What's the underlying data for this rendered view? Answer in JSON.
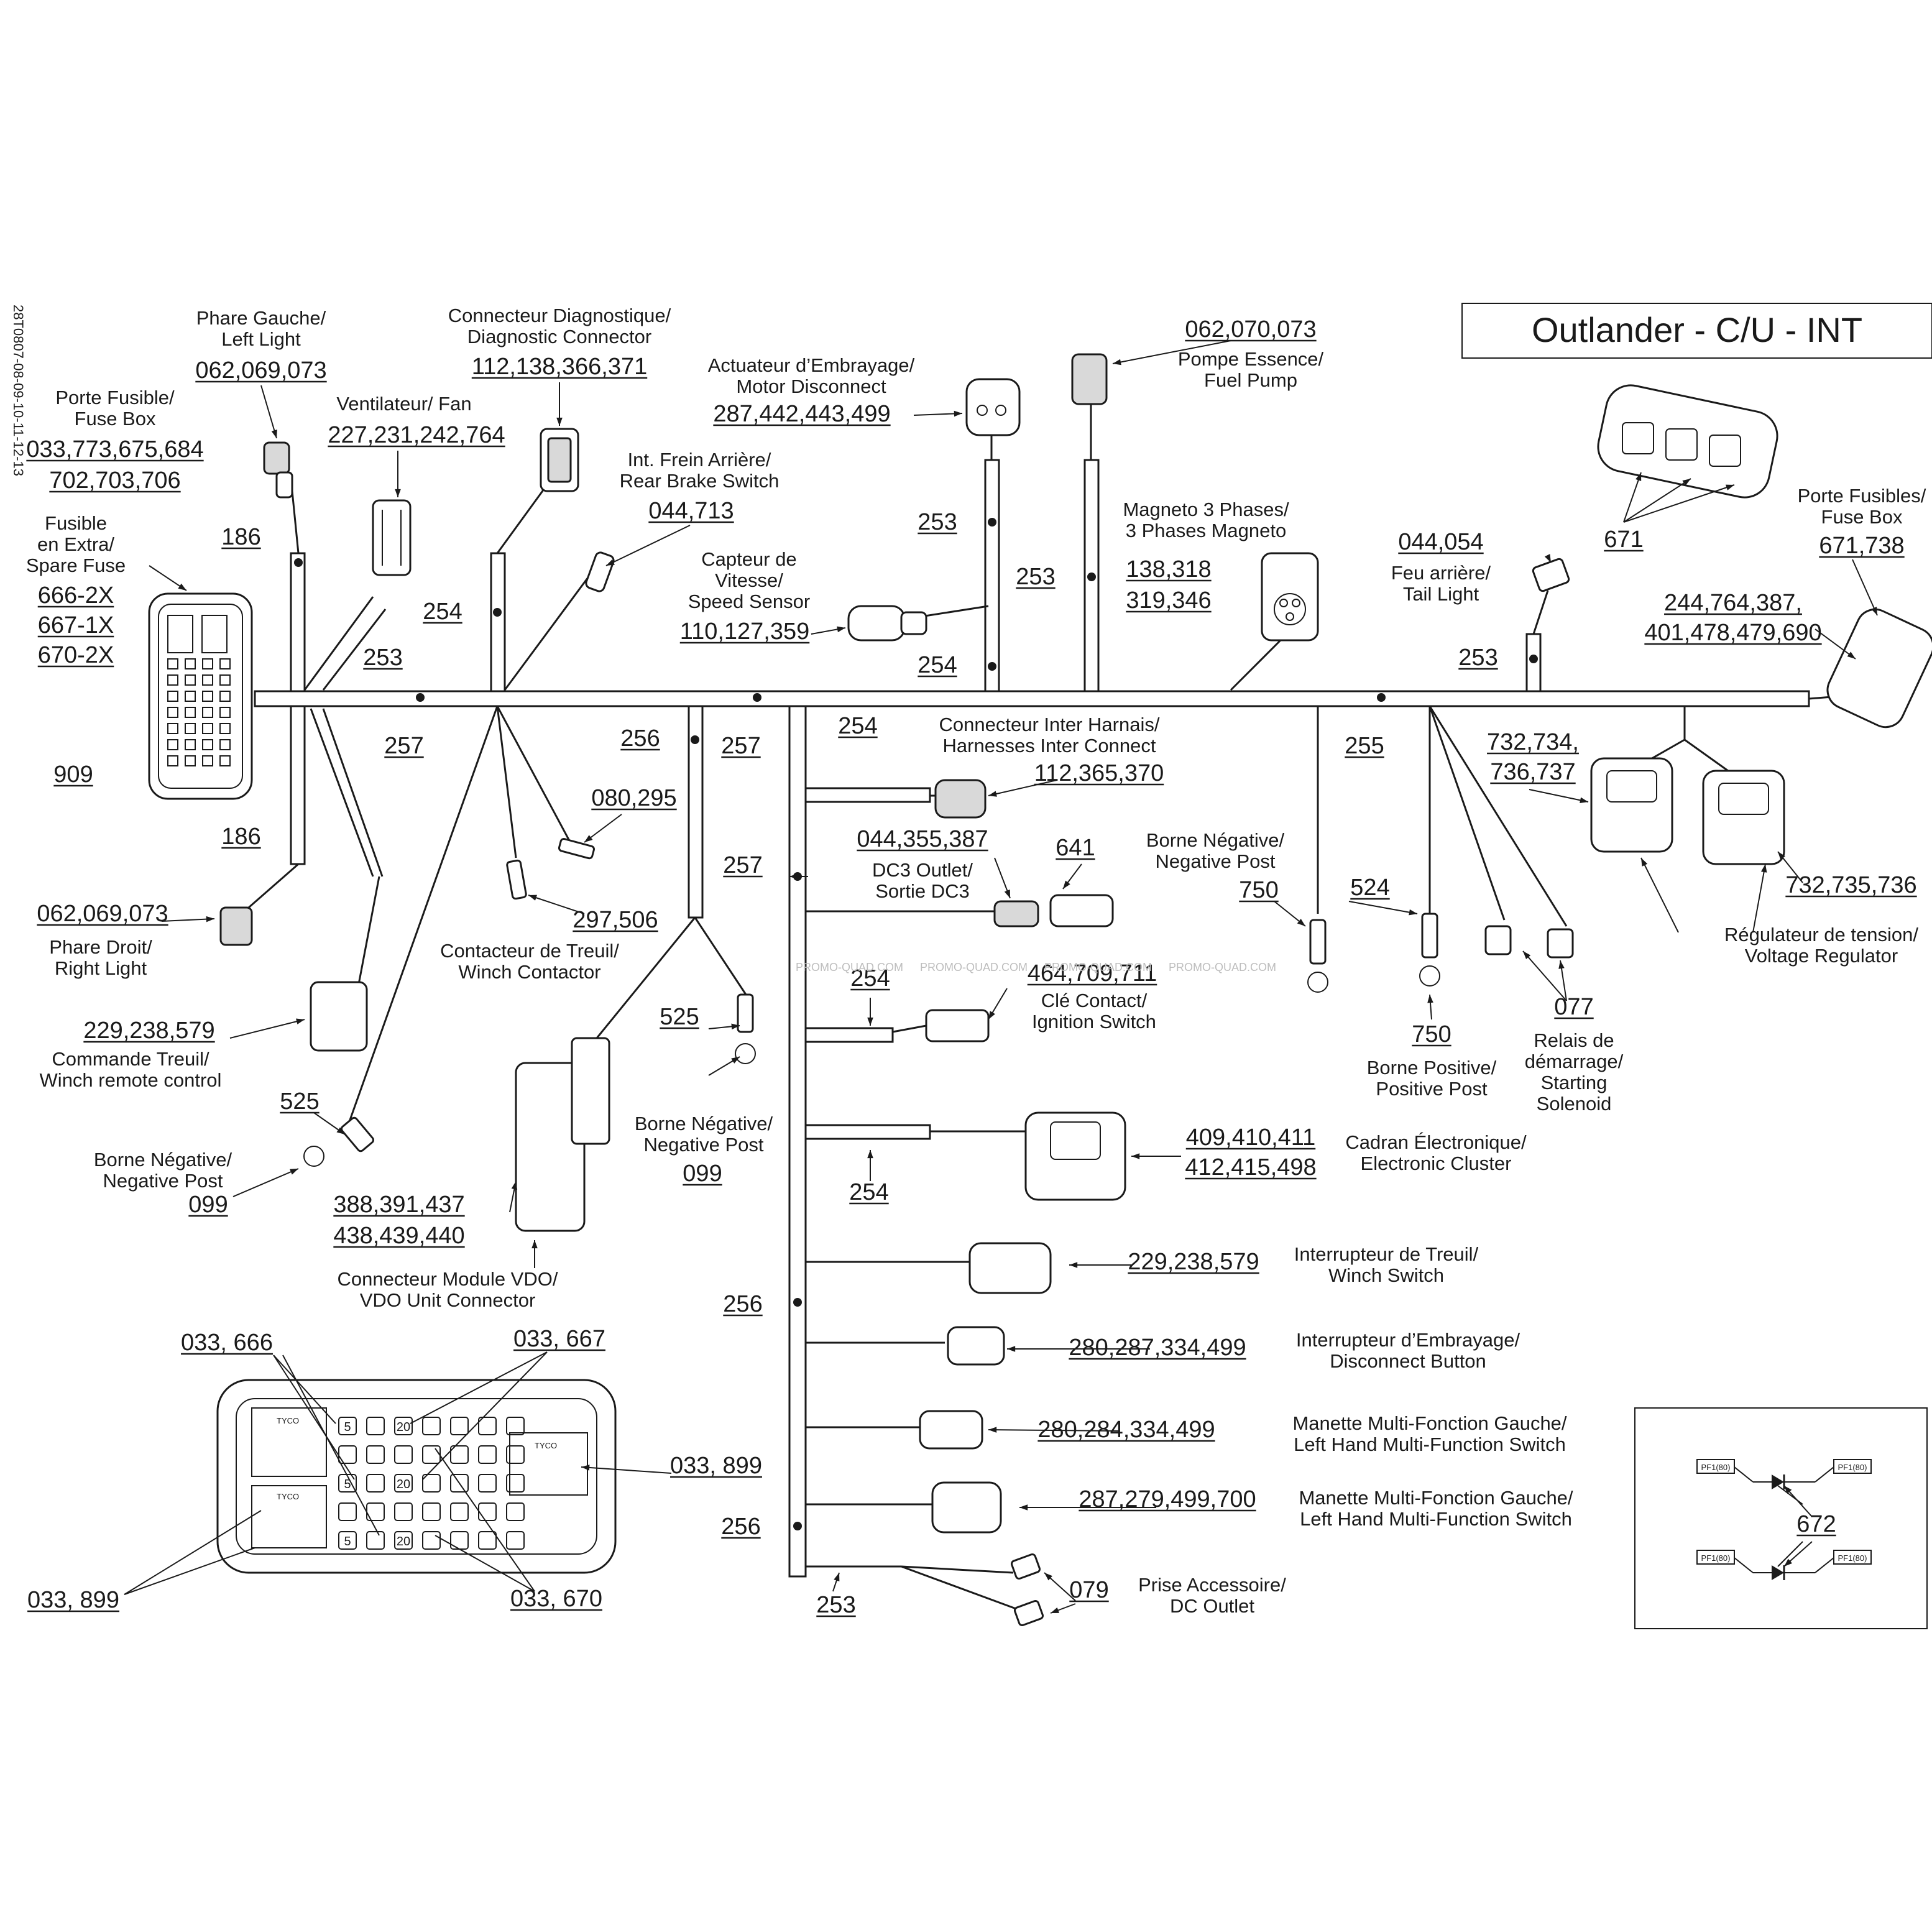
{
  "side_code": "28T0807-08-09-10-11-12-13",
  "title": "Outlander - C/U - INT",
  "watermark": "PROMO-QUAD.COM",
  "labels": {
    "phare_gauche": [
      "Phare Gauche/",
      "Left Light"
    ],
    "phare_gauche_refs": "062,069,073",
    "conn_diag": [
      "Connecteur Diagnostique/",
      "Diagnostic Connector"
    ],
    "conn_diag_refs": "112,138,366,371",
    "porte_fusible": [
      "Porte Fusible/",
      "Fuse Box"
    ],
    "porte_fusible_refs": [
      "033,773,675,684",
      "702,703,706"
    ],
    "ventilateur": "Ventilateur/ Fan",
    "ventilateur_refs": "227,231,242,764",
    "actuateur": [
      "Actuateur d’Embrayage/",
      "Motor Disconnect"
    ],
    "actuateur_refs": "287,442,443,499",
    "pompe_refs": "062,070,073",
    "pompe": [
      "Pompe Essence/",
      "Fuel Pump"
    ],
    "frein": [
      "Int. Frein Arrière/",
      "Rear Brake Switch"
    ],
    "frein_refs": "044,713",
    "fusible_extra": [
      "Fusible",
      "en Extra/",
      "Spare Fuse"
    ],
    "fusible_extra_refs": [
      "666-2X",
      "667-1X",
      "670-2X"
    ],
    "capteur": [
      "Capteur de",
      "Vitesse/",
      "Speed Sensor"
    ],
    "capteur_refs": "110,127,359",
    "magneto": [
      "Magneto 3 Phases/",
      "3 Phases Magneto"
    ],
    "magneto_refs": [
      "138,318",
      "319,346"
    ],
    "feu_refs": "044,054",
    "feu": [
      "Feu arrière/",
      "Tail Light"
    ],
    "porte_fusibles": [
      "Porte Fusibles/",
      "Fuse Box"
    ],
    "porte_fusibles_refs": "671,738",
    "top_right_refs": [
      "244,764,387,",
      "401,478,479,690"
    ],
    "r671": "671",
    "r909": "909",
    "r186a": "186",
    "r186b": "186",
    "r253a": "253",
    "r254a": "254",
    "r253b": "253",
    "r253c": "253",
    "r254b": "254",
    "r253d": "253",
    "r257a": "257",
    "r256a": "256",
    "r257b": "257",
    "r254c": "254",
    "r255": "255",
    "inter_harnais": [
      "Connecteur Inter Harnais/",
      "Harnesses Inter Connect"
    ],
    "inter_harnais_refs": "112,365,370",
    "vr_left_refs": [
      "732,734,",
      "736,737"
    ],
    "vr_right_refs": "732,735,736",
    "regulateur": [
      "Régulateur de tension/",
      "Voltage Regulator"
    ],
    "r080": "080,295",
    "r257c": "257",
    "dc3_refs": "044,355,387",
    "dc3": [
      "DC3 Outlet/",
      "Sortie DC3"
    ],
    "r641": "641",
    "borne_neg_top": [
      "Borne Négative/",
      "Negative Post"
    ],
    "r750a": "750",
    "r524": "524",
    "phare_droit_refs": "062,069,073",
    "phare_droit": [
      "Phare Droit/",
      "Right Light"
    ],
    "winch_contactor": [
      "Contacteur de Treuil/",
      "Winch Contactor"
    ],
    "winch_contactor_refs": "297,506",
    "cle_refs": "464,709,711",
    "cle": [
      "Clé Contact/",
      "Ignition Switch"
    ],
    "r254d": "254",
    "r525a": "525",
    "r750b": "750",
    "borne_pos": [
      "Borne Positive/",
      "Positive Post"
    ],
    "r077": "077",
    "relais": [
      "Relais de",
      "démarrage/",
      "Starting",
      "Solenoid"
    ],
    "commande_refs": "229,238,579",
    "commande": [
      "Commande Treuil/",
      "Winch remote control"
    ],
    "borne_neg_mid": [
      "Borne Négative/",
      "Negative Post"
    ],
    "r099a": "099",
    "r525b": "525",
    "borne_neg_left": [
      "Borne Négative/",
      "Negative Post"
    ],
    "r099b": "099",
    "cluster_refs": [
      "409,410,411",
      "412,415,498"
    ],
    "cluster": [
      "Cadran Électronique/",
      "Electronic Cluster"
    ],
    "r254e": "254",
    "vdo_refs": [
      "388,391,437",
      "438,439,440"
    ],
    "vdo": [
      "Connecteur Module VDO/",
      "VDO Unit Connector"
    ],
    "winch_switch_refs": "229,238,579",
    "winch_switch": [
      "Interrupteur de Treuil/",
      "Winch Switch"
    ],
    "r256b": "256",
    "f033_666": "033, 666",
    "f033_667": "033, 667",
    "disconnect_refs": "280,287,334,499",
    "disconnect": [
      "Interrupteur d’Embrayage/",
      "Disconnect Button"
    ],
    "mfs1_refs": "280,284,334,499",
    "mfs1": [
      "Manette Multi-Fonction Gauche/",
      "Left Hand Multi-Function Switch"
    ],
    "f033_899a": "033, 899",
    "mfs2_refs": "287,279,499,700",
    "mfs2": [
      "Manette Multi-Fonction Gauche/",
      "Left Hand Multi-Function Switch"
    ],
    "r256c": "256",
    "r672": "672",
    "r079": "079",
    "prise": [
      "Prise Accessoire/",
      "DC Outlet"
    ],
    "r253e": "253",
    "f033_899b": "033, 899",
    "f033_670": "033, 670",
    "diode_tags": [
      "PF1(80)",
      "PF1(80)",
      "PF1(80)",
      "PF1(80)"
    ],
    "tyco_labels": [
      "TYCO",
      "TYCO",
      "TYCO"
    ],
    "fuse_numbers": [
      "5",
      "20",
      "5",
      "20",
      "5",
      "20"
    ]
  }
}
